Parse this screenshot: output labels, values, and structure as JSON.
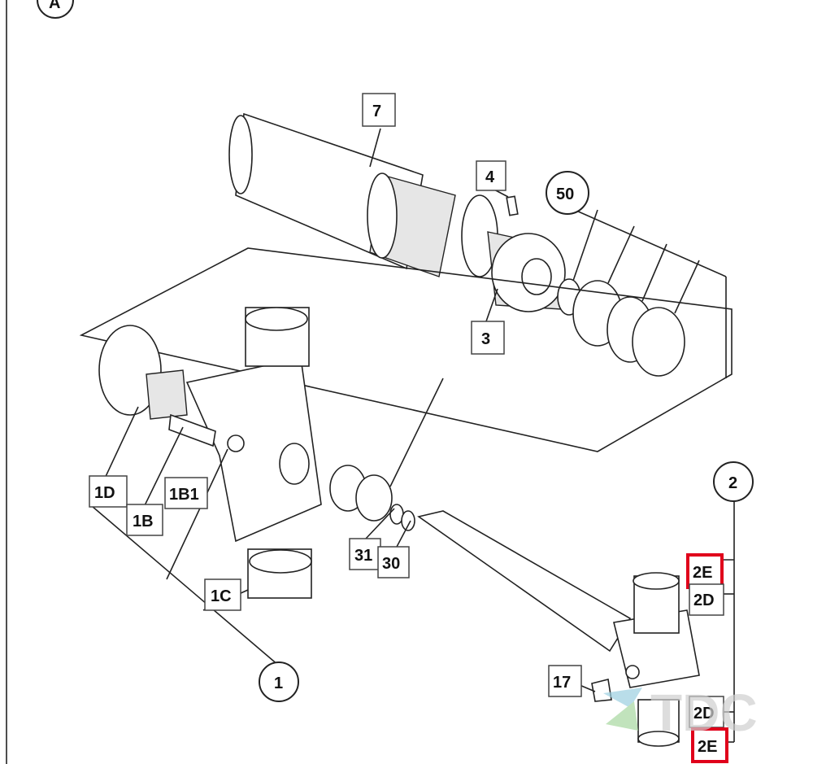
{
  "view_marker": "A",
  "callouts": {
    "c1": "1",
    "c1b": "1B",
    "c1b1": "1B1",
    "c1c": "1C",
    "c1d": "1D",
    "c2": "2",
    "c2d_top": "2D",
    "c2d_bottom": "2D",
    "c2e_top": "2E",
    "c2e_bottom": "2E",
    "c3": "3",
    "c4": "4",
    "c7": "7",
    "c17": "17",
    "c30": "30",
    "c31": "31",
    "c50": "50"
  },
  "highlighted_callouts": [
    "2E"
  ],
  "colors": {
    "highlight": "#e0001b",
    "line": "#222222",
    "watermark": "#cfcfcf"
  },
  "watermark": "TDC"
}
